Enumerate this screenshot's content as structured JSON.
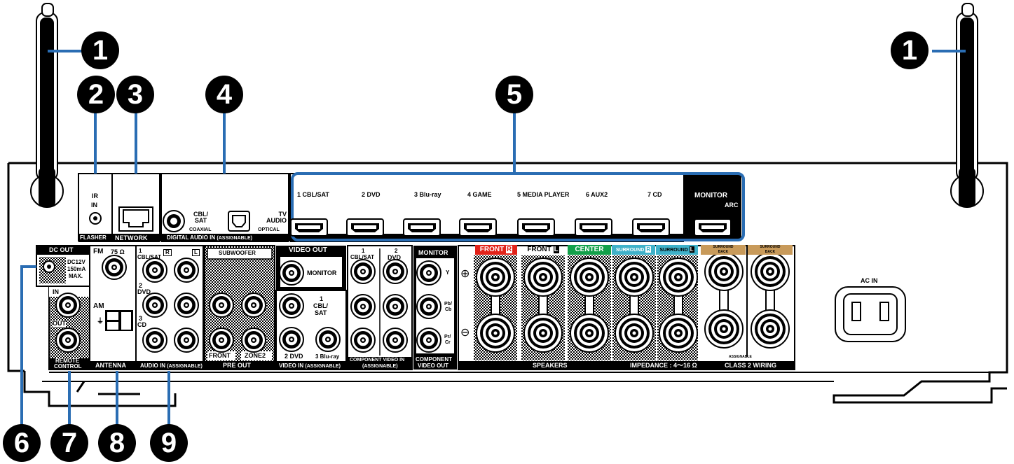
{
  "callouts": [
    {
      "id": "antenna-left",
      "num": "1"
    },
    {
      "id": "antenna-right",
      "num": "1"
    },
    {
      "id": "flasher",
      "num": "2"
    },
    {
      "id": "network",
      "num": "3"
    },
    {
      "id": "digital-audio",
      "num": "4"
    },
    {
      "id": "hdmi",
      "num": "5"
    },
    {
      "id": "dc-out",
      "num": "6"
    },
    {
      "id": "remote",
      "num": "7"
    },
    {
      "id": "antenna",
      "num": "8"
    },
    {
      "id": "audio-in",
      "num": "9"
    }
  ],
  "labels": {
    "ir": "IR",
    "in": "IN",
    "flasher": "FLASHER",
    "network": "NETWORK",
    "cbl_sat_coax": "CBL/\nSAT",
    "coaxial": "COAXIAL",
    "tv_audio": "TV\nAUDIO",
    "optical": "OPTICAL",
    "digital_audio_in": "DIGITAL AUDIO IN",
    "assignable_paren": "(ASSIGNABLE)",
    "hdmi_inputs": [
      "1 CBL/SAT",
      "2 DVD",
      "3 Blu-ray",
      "4 GAME",
      "5 MEDIA PLAYER",
      "6 AUX2",
      "7 CD"
    ],
    "monitor": "MONITOR",
    "arc": "ARC",
    "dc_out": "DC OUT",
    "dc_spec": [
      "DC12V",
      "150mA",
      "MAX."
    ],
    "remote_in": "IN",
    "remote_out": "OUT",
    "remote_control": [
      "REMOTE",
      "CONTROL"
    ],
    "fm": "FM",
    "ohm75": "75 Ω",
    "am": "AM",
    "antenna_label": "ANTENNA",
    "audio_in_1": [
      "1",
      "CBL/SAT"
    ],
    "audio_in_2": [
      "2",
      "DVD"
    ],
    "audio_in_3": [
      "3",
      "CD"
    ],
    "r": "R",
    "l": "L",
    "audio_in": "AUDIO IN",
    "subwoofer": "SUBWOOFER",
    "front": "FRONT",
    "zone2": "ZONE2",
    "pre_out": "PRE OUT",
    "video_out": "VIDEO OUT",
    "video_monitor": "MONITOR",
    "video_in_1": [
      "1",
      "CBL/",
      "SAT"
    ],
    "video_in_2": "2 DVD",
    "video_in_3": "3 Blu-ray",
    "video_in": "VIDEO IN",
    "comp_1": [
      "1",
      "CBL/SAT"
    ],
    "comp_2": [
      "2",
      "DVD"
    ],
    "component_video_in": [
      "COMPONENT VIDEO IN",
      "(ASSIGNABLE)"
    ],
    "comp_monitor": "MONITOR",
    "comp_y": "Y",
    "comp_pb": [
      "Pb/",
      "Cb"
    ],
    "comp_pr": [
      "Pr/",
      "Cr"
    ],
    "component_video_out": [
      "COMPONENT",
      "VIDEO OUT"
    ],
    "spk_front_r": "FRONT",
    "spk_front_l": "FRONT",
    "spk_center": "CENTER",
    "spk_surround_r": "SURROUND",
    "spk_surround_l": "SURROUND",
    "spk_sb_r": [
      "SURROUND",
      "BACK"
    ],
    "spk_sb_l": [
      "SURROUND",
      "BACK"
    ],
    "speakers": "SPEAKERS",
    "impedance": "IMPEDANCE : 4～16 Ω",
    "class2": "CLASS 2 WIRING",
    "assignable": "ASSIGNABLE",
    "ac_in": "AC IN",
    "plus": "⊕",
    "minus": "⊖"
  },
  "colors": {
    "callout_line": "#2a6db3",
    "front_red": "#e2231a",
    "center_green": "#12a04a",
    "surround_cyan": "#3fb1c9",
    "surround_back_tan": "#c89a5a",
    "panel_dark": "#000000"
  }
}
